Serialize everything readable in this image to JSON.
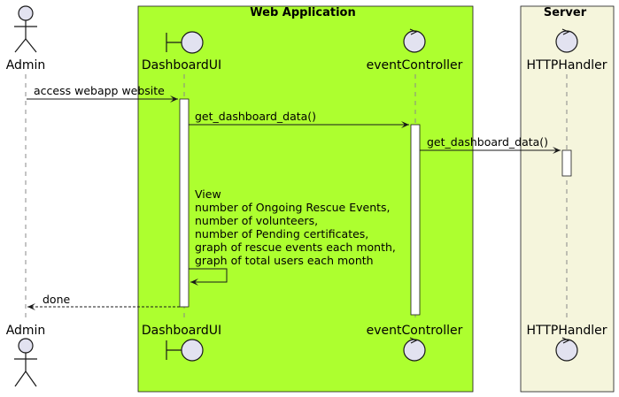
{
  "diagram": {
    "boxes": {
      "web": {
        "title": "Web Application",
        "color": "#ADFF2F"
      },
      "server": {
        "title": "Server",
        "color": "#F5F5DC"
      }
    },
    "participants": {
      "admin": "Admin",
      "dashboard": "DashboardUI",
      "event": "eventController",
      "http": "HTTPHandler"
    },
    "messages": {
      "m1": "access webapp website",
      "m2": "get_dashboard_data()",
      "m3": "get_dashboard_data()",
      "m4": [
        "View",
        "number of Ongoing Rescue Events,",
        "number of volunteers,",
        "number of Pending certificates,",
        "graph of rescue events each month,",
        "graph of total users each month"
      ],
      "m5": "done"
    },
    "colors": {
      "participant_fill": "#E2E2F0",
      "line": "#181818",
      "lifeline": "#888888"
    }
  }
}
